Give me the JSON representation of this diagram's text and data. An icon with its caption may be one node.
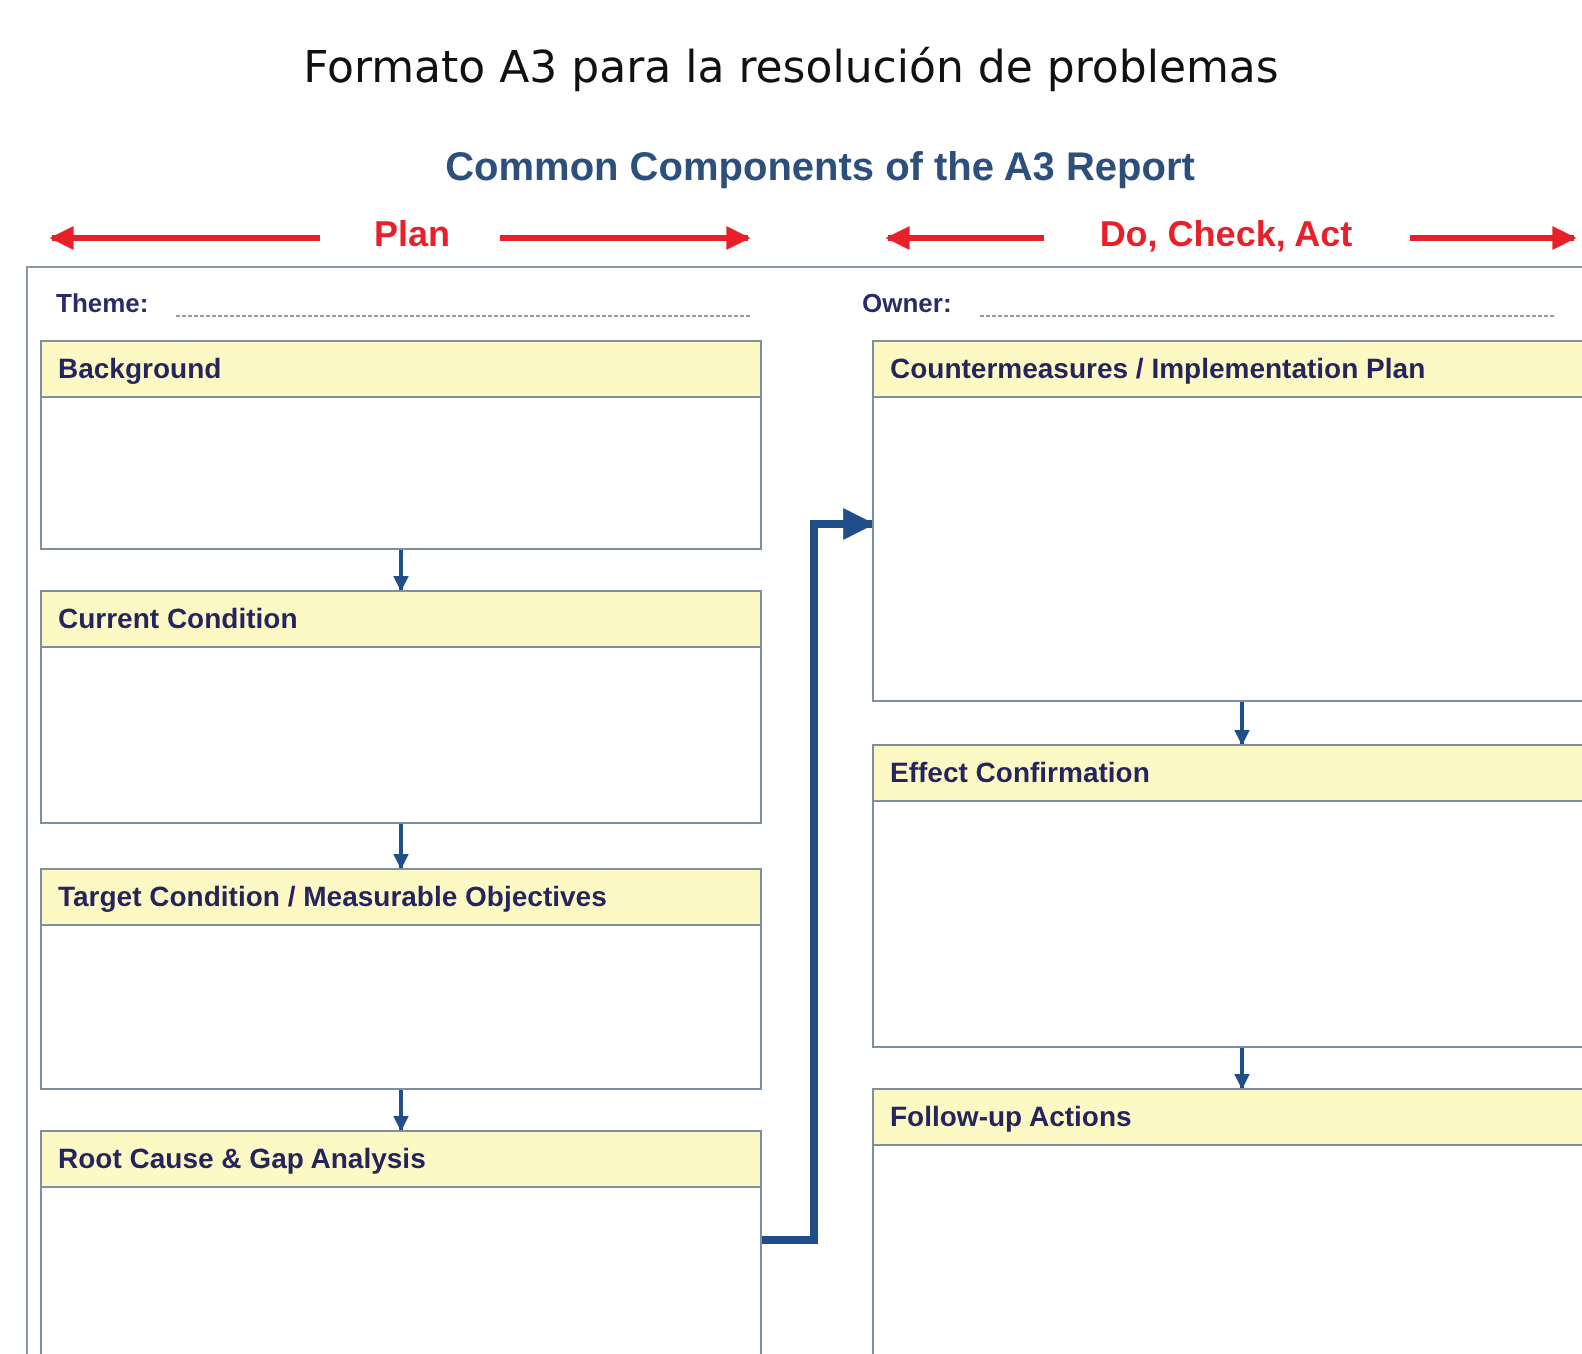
{
  "diagram": {
    "title": "Formato A3 para la resolución de problemas",
    "nodes": [
      {
        "text": [],
        "shape": "box"
      },
      {
        "text": [
          "Background"
        ],
        "in": 0
      },
      {
        "text": [
          "Current Condition"
        ],
        "in": 0
      },
      {
        "text": [
          "Target Condition / Measurable Objectives"
        ],
        "in": 0
      },
      {
        "text": [
          "Root Cause & Gap Analysis"
        ],
        "in": 0
      },
      {
        "text": [
          "Countermeasures / Implementation Plan"
        ],
        "in": 0
      },
      {
        "text": [
          "Effect Confirmation"
        ],
        "in": 0
      },
      {
        "text": [
          "Follow-up Actions"
        ],
        "in": 0
      }
    ],
    "edges": [
      {
        "from": 1,
        "to": 2,
        "arrow": "to"
      },
      {
        "from": 2,
        "to": 3,
        "arrow": "to"
      },
      {
        "from": 3,
        "to": 4,
        "arrow": "to"
      },
      {
        "from": 4,
        "to": 5,
        "arrow": "to",
        "style": "thick"
      },
      {
        "from": 5,
        "to": 6,
        "arrow": "to"
      },
      {
        "from": 6,
        "to": 7,
        "arrow": "to"
      }
    ],
    "labels": [
      "Common Components of the A3 Report",
      "Plan",
      "Do, Check, Act",
      "Theme:",
      "Owner:"
    ]
  }
}
